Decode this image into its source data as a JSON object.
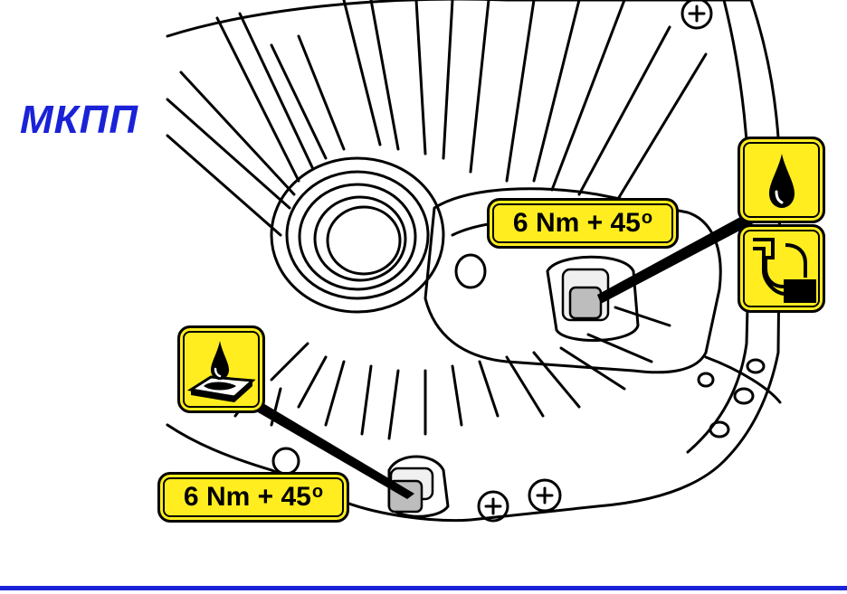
{
  "title": "МКПП",
  "labels": {
    "upper": {
      "value": "6 Nm + 45",
      "unit": "o"
    },
    "lower": {
      "value": "6 Nm + 45",
      "unit": "o"
    }
  },
  "icons": {
    "oil": "oil-drop-icon",
    "seal": "seal-icon",
    "sealant": "sealant-icon"
  },
  "colors": {
    "accent": "#1a22d8",
    "label_fill": "#ffed1f",
    "outline": "#000000"
  }
}
